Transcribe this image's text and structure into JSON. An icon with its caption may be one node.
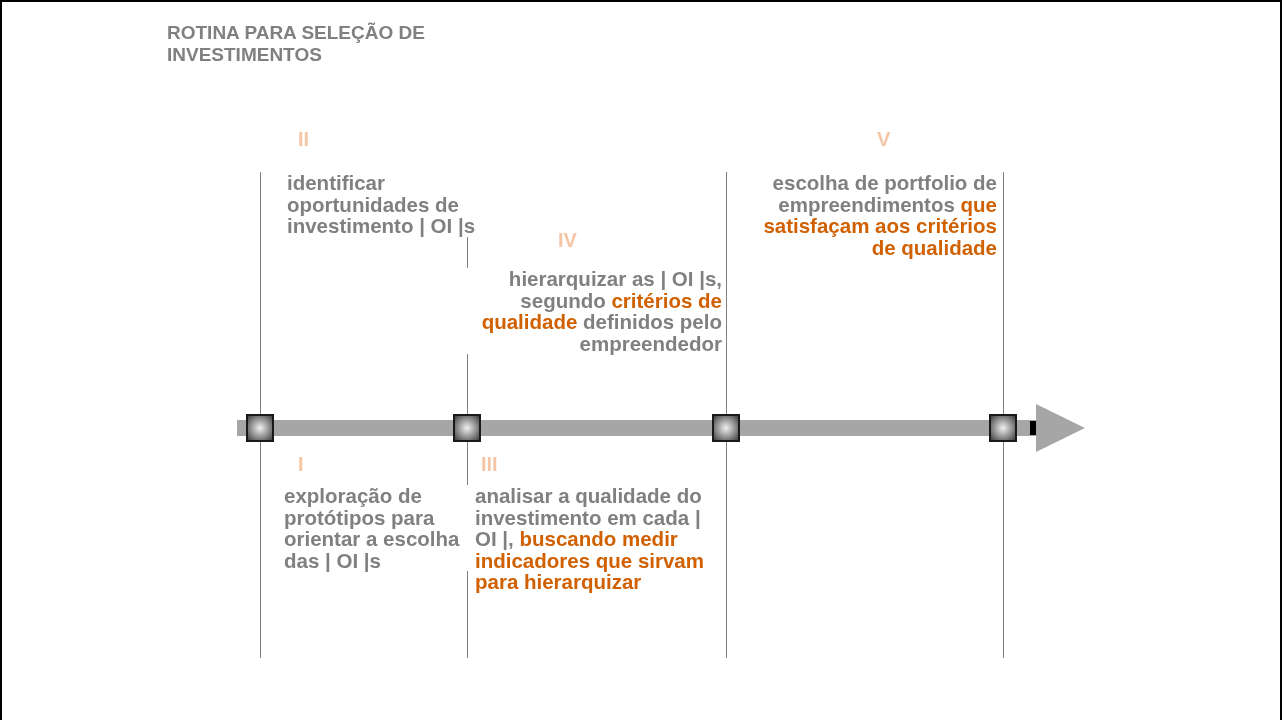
{
  "diagram": {
    "title": "ROTINA PARA SELEÇÃO DE INVESTIMENTOS",
    "nodes": [
      {
        "text": [
          "I",
          "exploração de protótipos para orientar a escolha das | OI |s"
        ]
      },
      {
        "text": [
          "II",
          "identificar oportunidades de investimento | OI |s"
        ]
      },
      {
        "text": [
          "III",
          "analisar a qualidade do investimento em cada | OI |, **buscando medir indicadores que sirvam para hierarquizar**"
        ]
      },
      {
        "text": [
          "IV",
          "hierarquizar as | OI |s, segundo **critérios de qualidade** definidos pelo empreendedor"
        ]
      },
      {
        "text": [
          "V",
          "escolha de portfolio de empreendimentos **que satisfaçam aos critérios de qualidade**"
        ]
      },
      {
        "text": [],
        "shape": "box"
      },
      {
        "text": [],
        "shape": "box"
      },
      {
        "text": [],
        "shape": "box"
      },
      {
        "text": [],
        "shape": "box"
      }
    ],
    "edges": [
      {
        "from": 5,
        "to": 6,
        "arrow": "none"
      },
      {
        "from": 6,
        "to": 7,
        "arrow": "none"
      },
      {
        "from": 7,
        "to": 8,
        "arrow": "none"
      },
      {
        "from": 8,
        "to": null,
        "arrow": "to"
      }
    ]
  }
}
